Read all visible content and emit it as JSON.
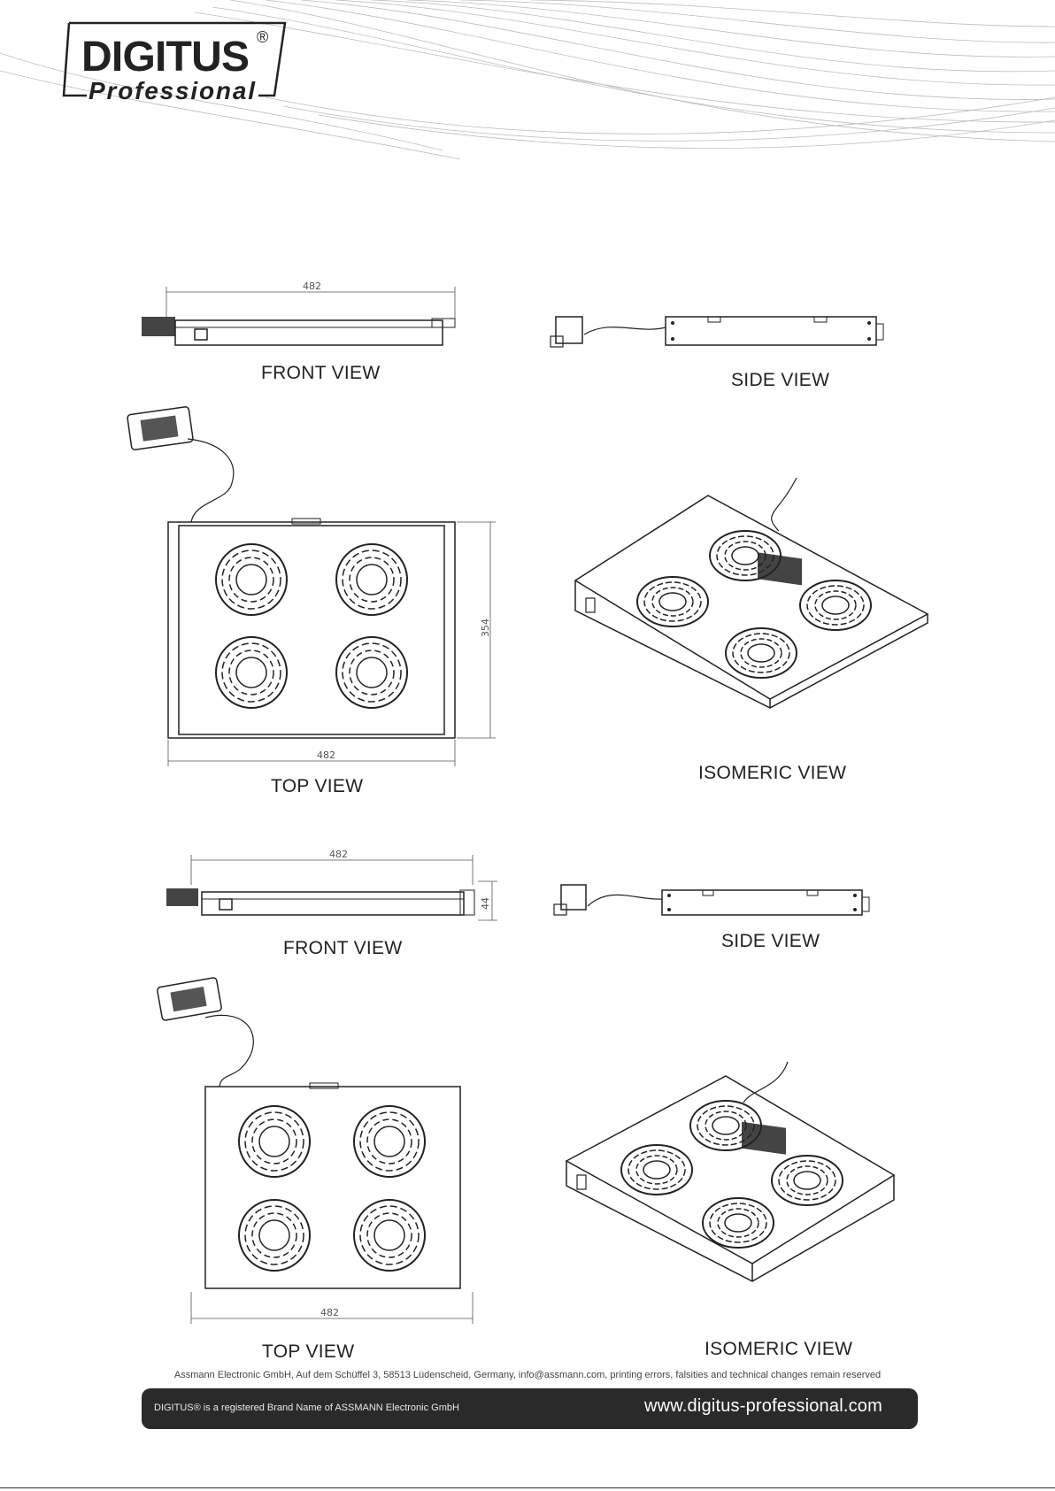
{
  "brand": {
    "name": "DIGITUS",
    "registered_mark": "®",
    "tagline": "Professional"
  },
  "dimensions": {
    "width_482": "482",
    "depth_354": "354",
    "height_44": "44"
  },
  "labels": {
    "front_view": "FRONT VIEW",
    "side_view": "SIDE VIEW",
    "top_view": "TOP VIEW",
    "isomeric_view": "ISOMERIC VIEW"
  },
  "footer": {
    "address": "Assmann Electronic GmbH, Auf dem Schüffel 3, 58513 Lüdenscheid, Germany, info@assmann.com, printing errors, falsities and technical changes remain reserved",
    "trademark": "DIGITUS® is a registered Brand Name of ASSMANN Electronic GmbH",
    "website": "www.digitus-professional.com"
  }
}
